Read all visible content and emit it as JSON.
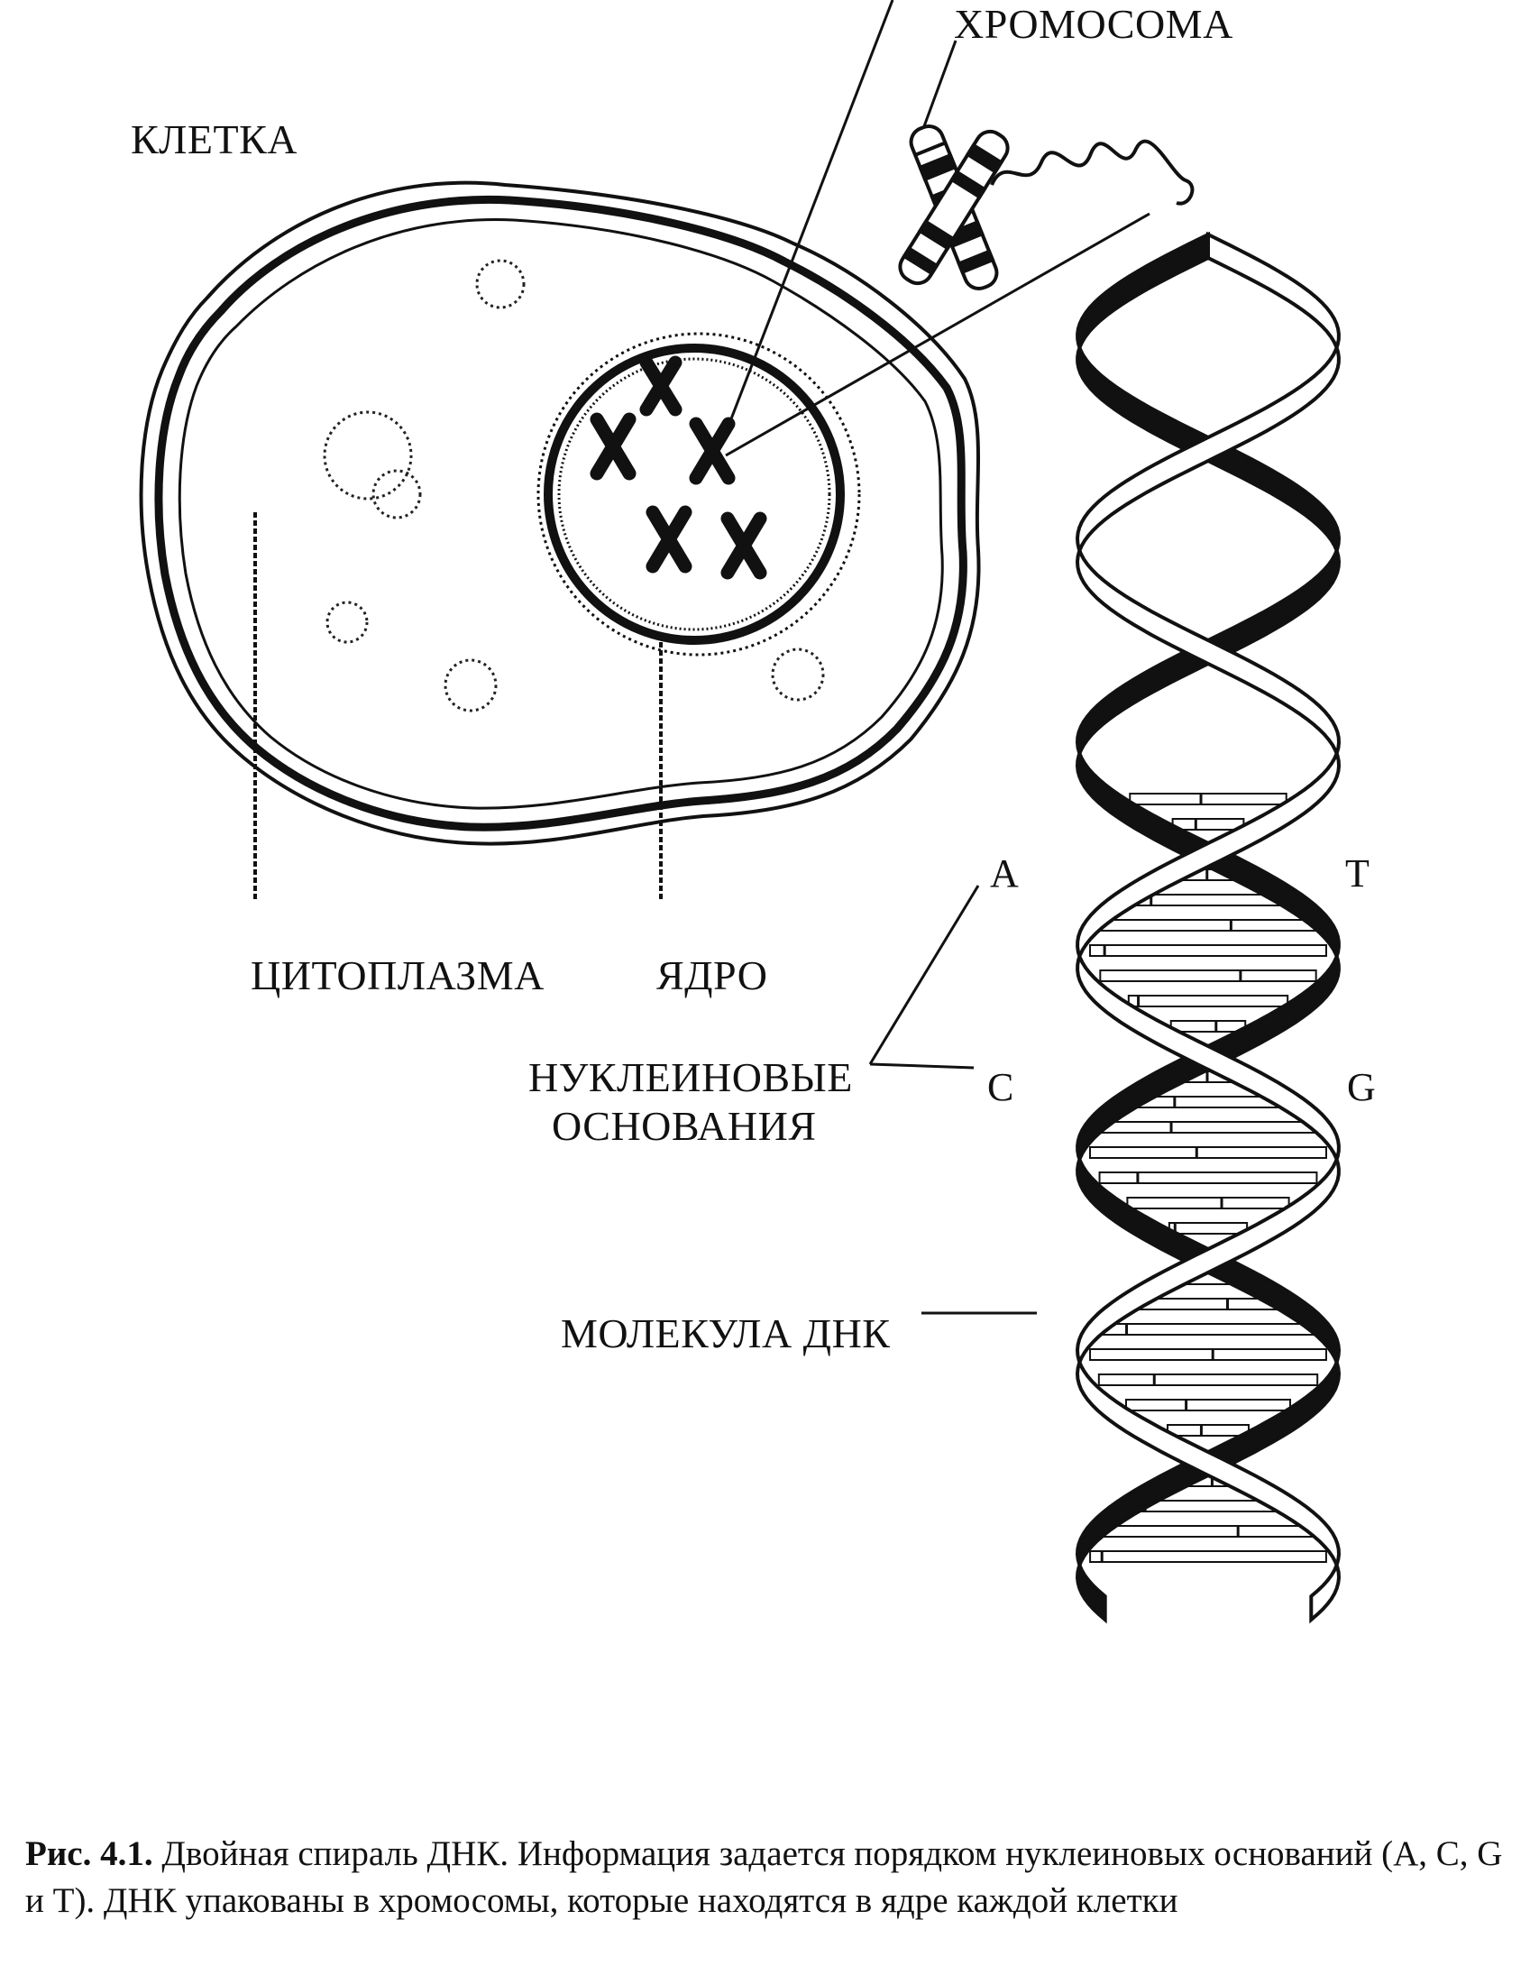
{
  "diagram": {
    "labels": {
      "chromosome": "ХРОМОСОМА",
      "cell": "КЛЕТКА",
      "cytoplasm": "ЦИТОПЛАЗМА",
      "nucleus": "ЯДРО",
      "nucleobases_line1": "НУКЛЕИНОВЫЕ",
      "nucleobases_line2": "ОСНОВАНИЯ",
      "dna_molecule": "МОЛЕКУЛА ДНК"
    },
    "bases": {
      "a": "A",
      "t": "T",
      "c": "C",
      "g": "G"
    }
  },
  "caption": {
    "number": "Рис. 4.1.",
    "text": "Двойная спираль ДНК. Информация задается порядком нуклеиновых оснований (A, C, G и T). ДНК упакованы в хромосомы, которые находятся в ядре каждой клетки"
  }
}
